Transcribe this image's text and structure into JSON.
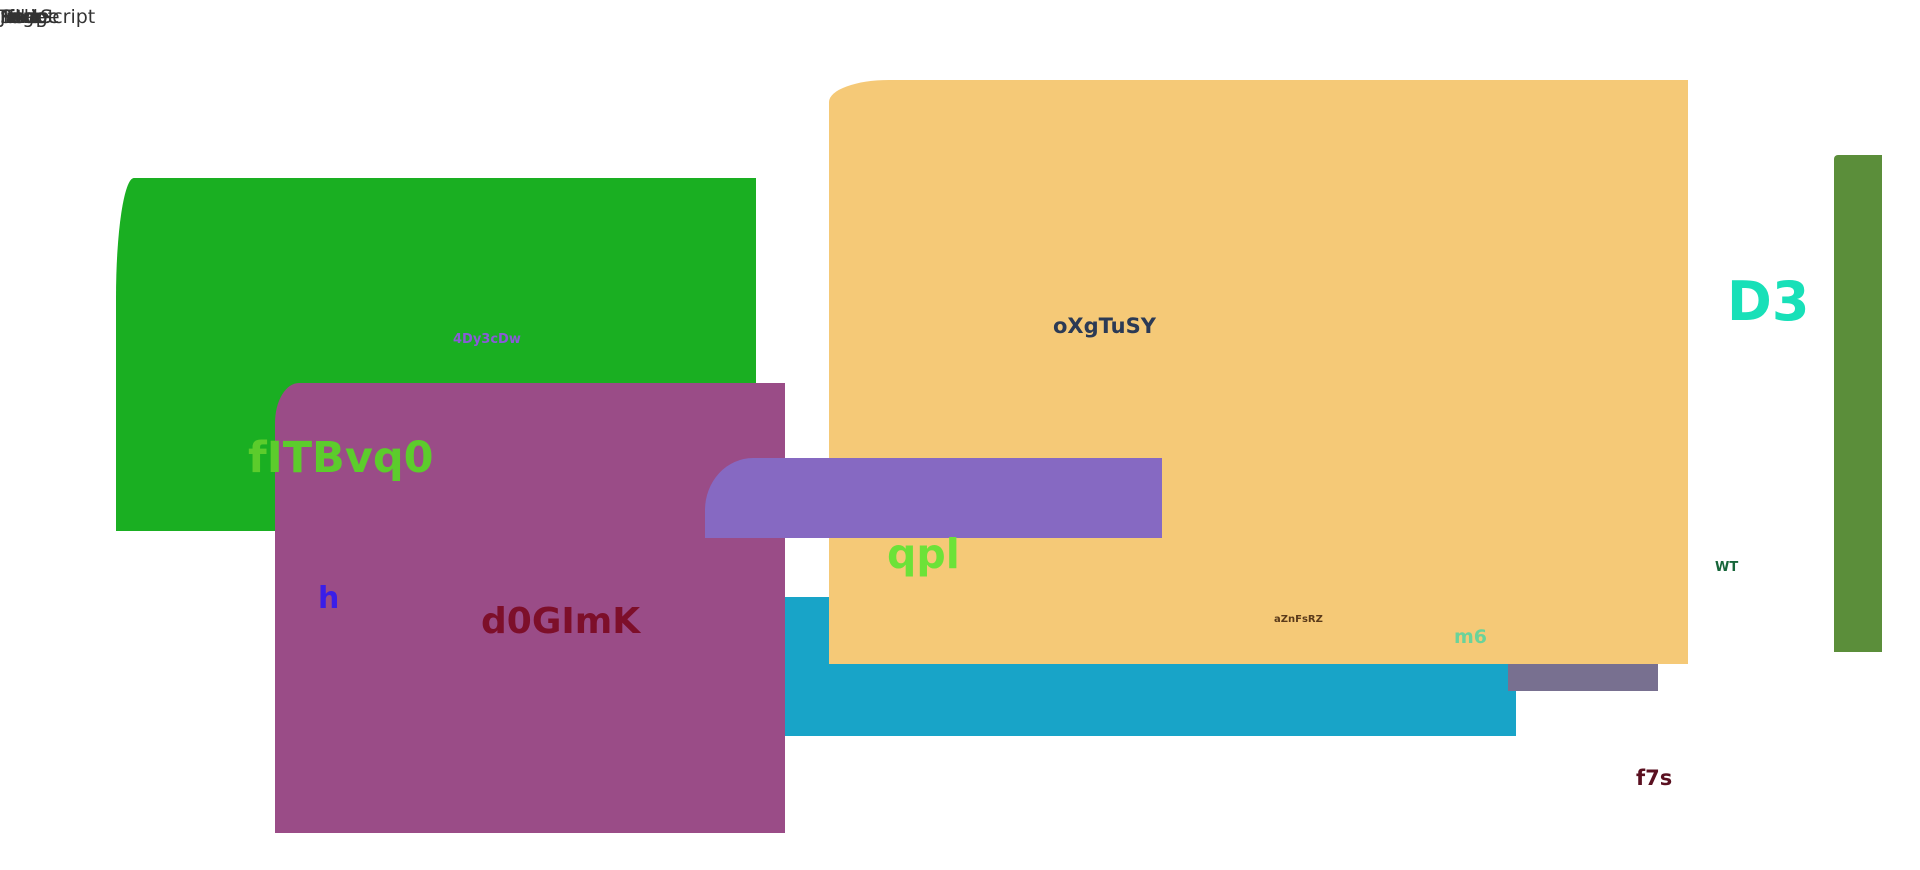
{
  "top_left_texts": [
    "Script",
    "JavaScript",
    "Page",
    "Image",
    "Title",
    "Fill",
    "Text",
    "Node"
  ],
  "labels": {
    "green_block": "4Dy3cDw",
    "orange_block": "oXgTuSY",
    "big_green_text": "fITBvq0",
    "purple_block_h": "h",
    "purple_block_main": "d0GImK",
    "lavender_bar": "qpl",
    "d3": "D3",
    "wt": "WT",
    "small_orange": "aZnFsRZ",
    "m6": "m6",
    "f7s": "f7s"
  },
  "colors": {
    "green_block": "#1aaf22",
    "orange_block": "#f5c977",
    "purple_block": "#9a4c87",
    "lavender_bar": "#8669c2",
    "cyan_bar": "#18a4c8",
    "grey_bar": "#787090",
    "right_green_bar": "#5b8e3a"
  }
}
